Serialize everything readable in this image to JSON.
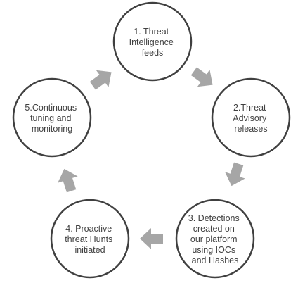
{
  "stages": [
    {
      "lines": [
        "1. Threat",
        "Intelligence",
        "feeds"
      ]
    },
    {
      "lines": [
        "2.Threat",
        "Advisory",
        "releases"
      ]
    },
    {
      "lines": [
        "3. Detections",
        "created on",
        "our platform",
        "using IOCs",
        "and Hashes"
      ]
    },
    {
      "lines": [
        "4. Proactive",
        "threat Hunts",
        "initiated"
      ]
    },
    {
      "lines": [
        "5.Continuous",
        "tuning and",
        "monitoring"
      ]
    }
  ],
  "colors": {
    "circle_stroke": "#404040",
    "arrow_fill": "#a6a6a6",
    "text": "#404040"
  }
}
